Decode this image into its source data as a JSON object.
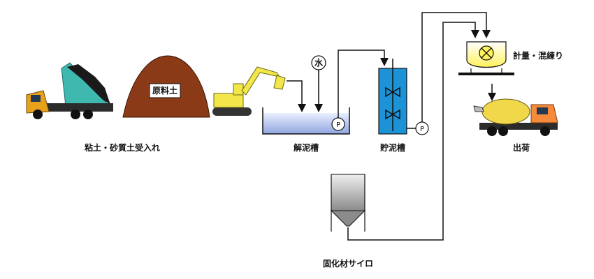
{
  "labels": {
    "dump_truck_area": "粘土・砂質土受入れ",
    "mound": "原料土",
    "dissolve_tank": "解泥槽",
    "storage_tank": "貯泥槽",
    "mixer": "計量・混練り",
    "shipping": "出荷",
    "silo": "固化材サイロ",
    "water": "水",
    "pump": "P"
  },
  "colors": {
    "mound": "#8a3a17",
    "dump_body": "#3fb8b0",
    "truck_cab": "#e7a21a",
    "excavator": "#f2e64a",
    "tank_water": "#b9c7ea",
    "storage_tank": "#1b93d6",
    "mixer": "#fff25a",
    "mixer_truck_drum": "#f1d84a",
    "mixer_truck_cab": "#f58a3a",
    "silo": "#b7b7b7"
  }
}
